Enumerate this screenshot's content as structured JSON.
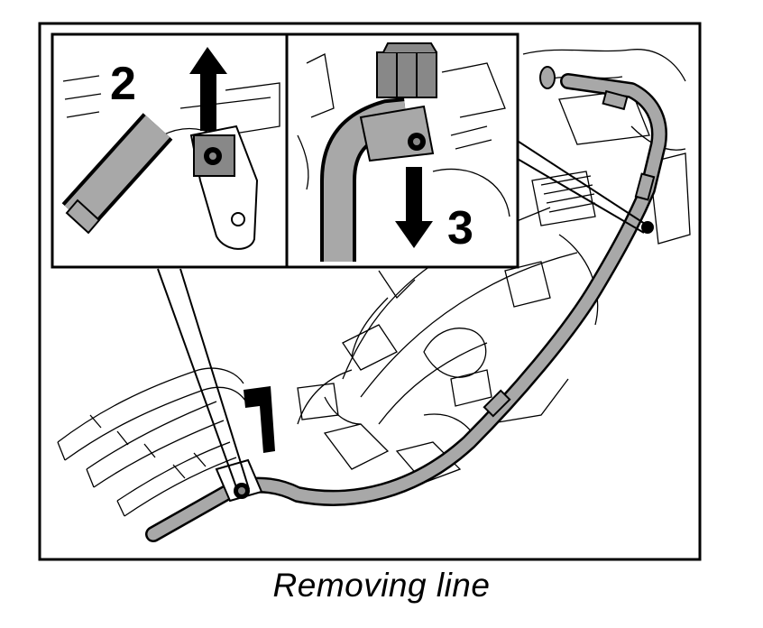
{
  "caption": "Removing line",
  "callouts": {
    "step_left": "2",
    "step_right": "3"
  },
  "colors": {
    "line_fill": "#a8a8a8",
    "stroke": "#000000",
    "background": "#ffffff"
  }
}
